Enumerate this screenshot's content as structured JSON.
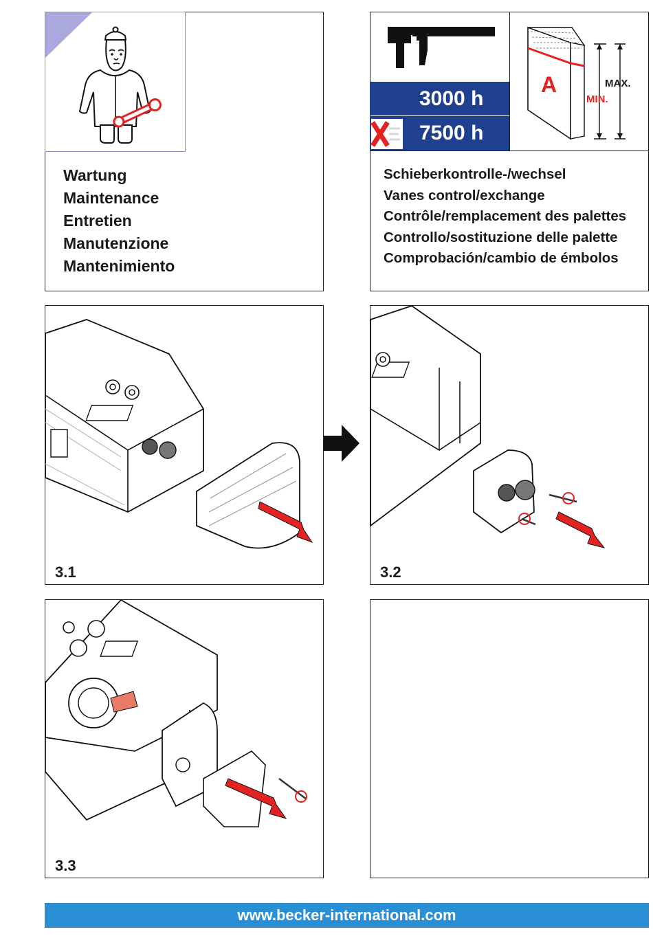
{
  "header_left": {
    "titles": [
      "Wartung",
      "Maintenance",
      "Entretien",
      "Manutenzione",
      "Mantenimiento"
    ]
  },
  "header_right": {
    "interval_1": "3000 h",
    "interval_2": "7500 h",
    "wear_label_a": "A",
    "max_label": "MAX.",
    "min_label": "MIN.",
    "titles": [
      "Schieberkontrolle-/wechsel",
      "Vanes control/exchange",
      "Contrôle/remplacement des palettes",
      "Controllo/sostituzione delle palette",
      "Comprobación/cambio de émbolos"
    ]
  },
  "steps": [
    {
      "label": "3.1"
    },
    {
      "label": "3.2"
    },
    {
      "label": "3.3"
    }
  ],
  "footer": {
    "url": "www.becker-international.com"
  },
  "colors": {
    "accent_red": "#e32321",
    "navy": "#1f3f8f",
    "footer_blue": "#2b8fd6",
    "lavender": "#a9a9dd"
  }
}
